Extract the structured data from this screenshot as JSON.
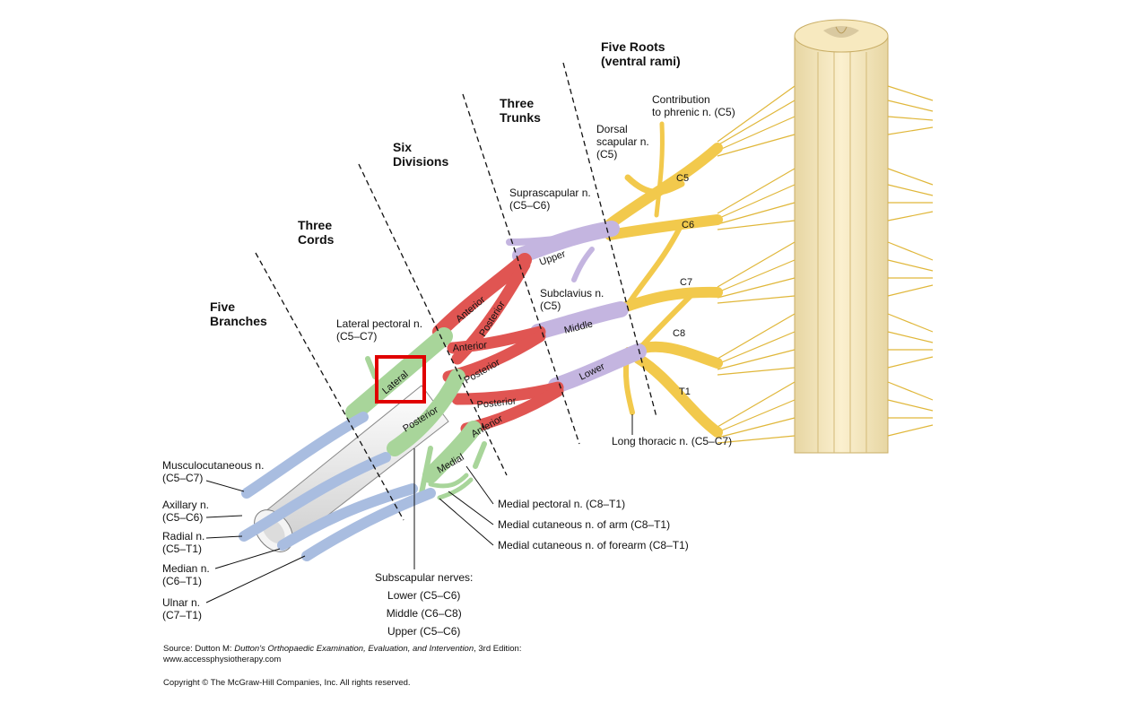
{
  "headers": {
    "roots": "Five Roots\n(ventral rami)",
    "trunks": "Three\nTrunks",
    "divisions": "Six\nDivisions",
    "cords": "Three\nCords",
    "branches": "Five\nBranches"
  },
  "roots": [
    "C5",
    "C6",
    "C7",
    "C8",
    "T1"
  ],
  "trunks": {
    "upper": "Upper",
    "middle": "Middle",
    "lower": "Lower"
  },
  "divisions": {
    "anterior": "Anterior",
    "posterior": "Posterior"
  },
  "cords": {
    "lateral": "Lateral",
    "posterior": "Posterior",
    "medial": "Medial"
  },
  "labels": {
    "phrenic": "Contribution\nto phrenic n. (C5)",
    "dorsal_scapular": "Dorsal\nscapular n.\n(C5)",
    "suprascapular": "Suprascapular n.\n(C5–C6)",
    "subclavius": "Subclavius n.\n(C5)",
    "lateral_pectoral": "Lateral pectoral n.\n(C5–C7)",
    "long_thoracic": "Long thoracic n. (C5–C7)",
    "medial_pectoral": "Medial pectoral n. (C8–T1)",
    "medial_cutaneous_arm": "Medial cutaneous n. of arm (C8–T1)",
    "medial_cutaneous_forearm": "Medial cutaneous n. of forearm (C8–T1)",
    "subscapular": "Subscapular nerves:\nLower (C5–C6)\nMiddle (C6–C8)\nUpper (C5–C6)",
    "musculocutaneous": "Musculocutaneous n.\n(C5–C7)",
    "axillary": "Axillary n.\n(C5–C6)",
    "radial": "Radial n.\n(C5–T1)",
    "median": "Median n.\n(C6–T1)",
    "ulnar": "Ulnar n.\n(C7–T1)"
  },
  "source": {
    "prefix": "Source: Dutton M: ",
    "title": "Dutton's Orthopaedic Examination, Evaluation, and Intervention",
    "suffix": ", 3rd Edition:",
    "url": "www.accessphysiotherapy.com"
  },
  "copyright": "Copyright © The McGraw-Hill Companies, Inc. All rights reserved.",
  "colors": {
    "roots": "#f2c94c",
    "roots_stroke": "#c99a1e",
    "trunks": "#c4b5e0",
    "divisions": "#e05552",
    "cords": "#a8d59a",
    "branches": "#a9bde0",
    "highlight": "#e00000"
  }
}
